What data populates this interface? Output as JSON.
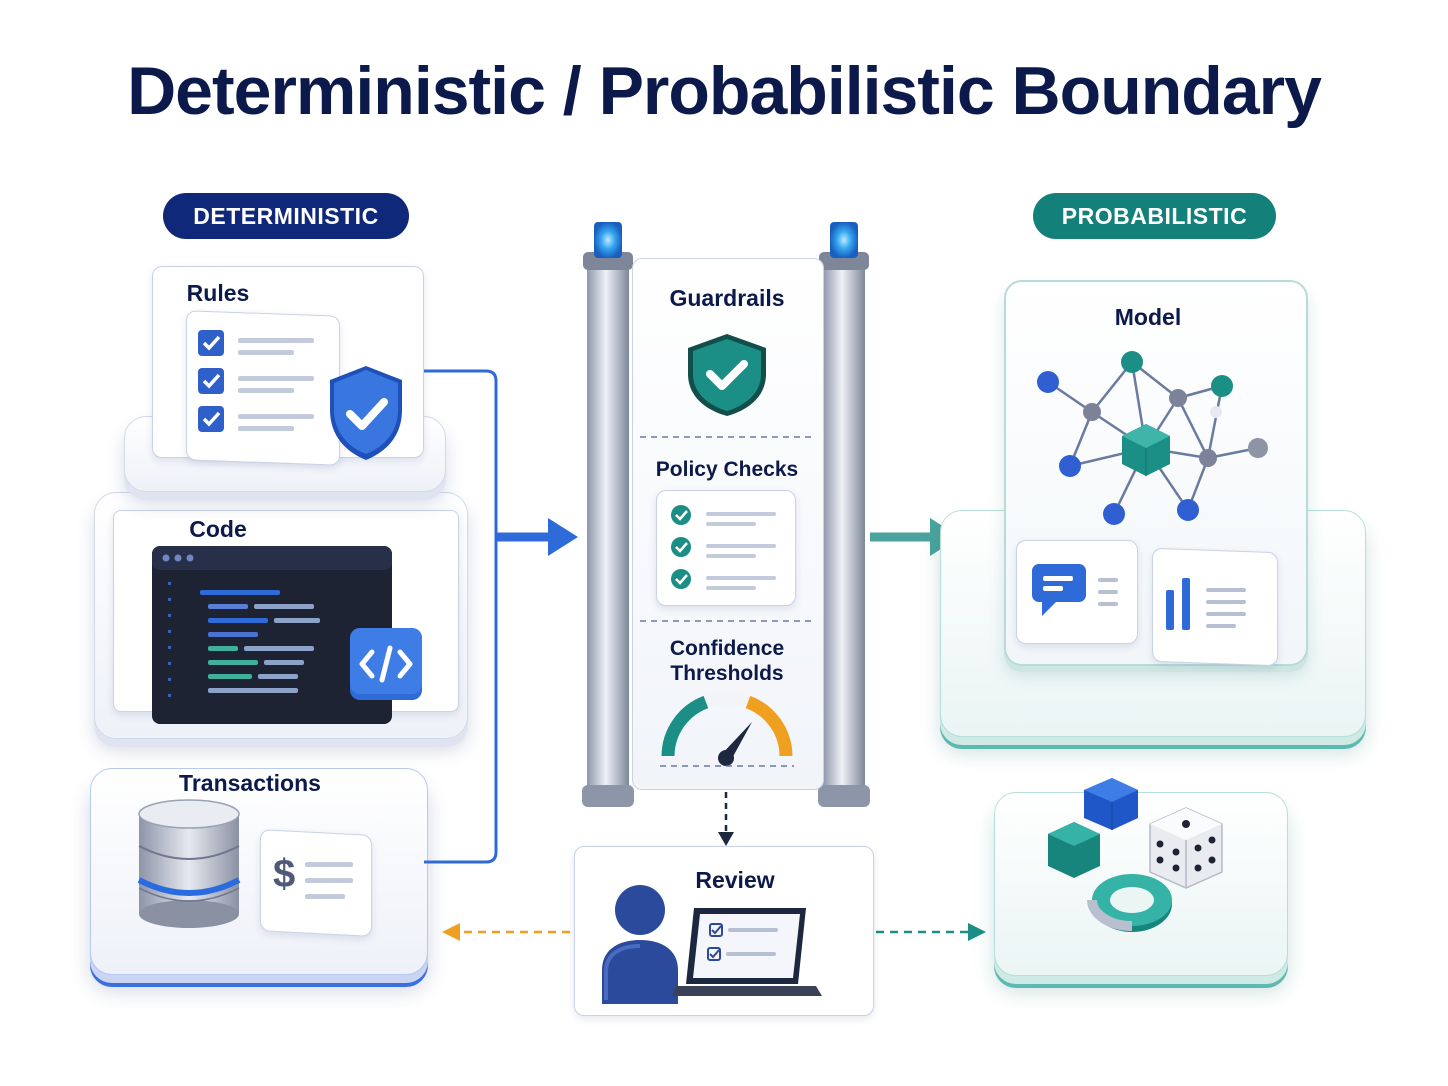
{
  "title": "Deterministic / Probabilistic Boundary",
  "sections": {
    "deterministic": {
      "label": "DETERMINISTIC",
      "color": "#10287a"
    },
    "probabilistic": {
      "label": "PROBABILISTIC",
      "color": "#14807a"
    }
  },
  "deterministic_items": [
    "Rules",
    "Code",
    "Transactions"
  ],
  "gate": {
    "items": [
      "Guardrails",
      "Policy Checks",
      "Confidence Thresholds"
    ],
    "confidence_lines": [
      "Confidence",
      "Thresholds"
    ]
  },
  "probabilistic_items": {
    "model": "Model"
  },
  "review": {
    "label": "Review"
  },
  "icons": {
    "transactions_receipt_symbol": "$"
  },
  "colors": {
    "navy": "#0c1a4b",
    "blue": "#2f6bd8",
    "teal": "#1b8f86",
    "orange": "#f0a020"
  }
}
